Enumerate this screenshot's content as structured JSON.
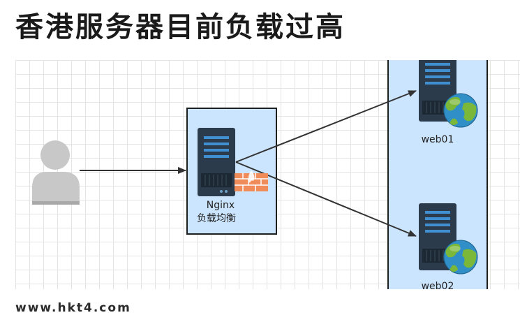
{
  "header": {
    "title": "香港服务器目前负载过高"
  },
  "diagram": {
    "nodes": {
      "user": {
        "icon": "user-icon"
      },
      "load_balancer": {
        "name": "Nginx",
        "desc": "负载均衡",
        "icon": "server-icon",
        "badge_icon": "firewall-icon"
      },
      "web01": {
        "label": "web01",
        "icon": "server-icon",
        "badge_icon": "globe-icon"
      },
      "web02": {
        "label": "web02",
        "icon": "server-icon",
        "badge_icon": "globe-icon"
      }
    },
    "colors": {
      "panel_fill": "#cce5ff",
      "panel_border": "#1e1e1e",
      "server_body": "#2b3b4b",
      "server_bar": "#3f8fd1",
      "firewall": "#f08c5a",
      "globe_water": "#2f8fc6",
      "globe_land": "#7bb83a",
      "user_gray": "#c8c8c8",
      "arrow": "#333333"
    }
  },
  "footer": {
    "url": "www.hkt4.com"
  }
}
